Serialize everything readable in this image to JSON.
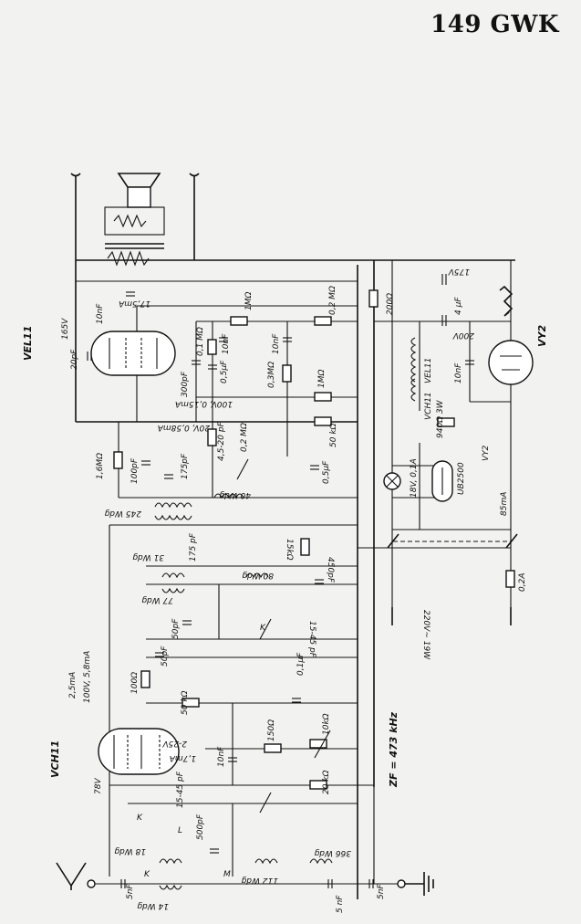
{
  "title": "149 GWK",
  "tubes": {
    "output_tube": "VEL11",
    "mixer_tube": "VCH11",
    "rectifier": "VY2",
    "ballast": "UB2500"
  },
  "voltages": {
    "output_plate": "165V",
    "output_current": "17,5mA",
    "screen": "100V, 0,15mA",
    "supply_out": "20V, 0,58mA",
    "b_plus": "175V",
    "rect": "200V",
    "mixer_plate": "100V, 5,8mA",
    "mixer_osc": "2,5mA",
    "mixer_grid": "2-25V",
    "mixer_cathode": "78V",
    "mixer_current": "1,7mA",
    "supply_ac": "220V~ 19W",
    "ballast_rating": "18V, 0,1A",
    "rect_current": "85mA"
  },
  "if_label": "ZF = 473 kHz",
  "capacitors": {
    "c_out": "10nF",
    "c_20": "20pF",
    "c_300": "300pF",
    "c_05a": "0,5µF",
    "c_10a": "10nF",
    "c_10b": "10nF",
    "c_100": "100pF",
    "c_175a": "175pF",
    "c_45": "4,5-20 pF",
    "c_05b": "0,5µF",
    "c_175b": "175 pF",
    "c_450": "450pF",
    "c_1545a": "15-45 pF",
    "c_50a": "50pF",
    "c_50b": "50pF",
    "c_01": "0,1µF",
    "c_10c": "10nF",
    "c_1545b": "15-45 pF",
    "c_500": "500pF",
    "c_5a": "5nF",
    "c_5b": "5 nF",
    "c_5c": "5nF",
    "c_4": "4 µF",
    "c_10d": "10nF"
  },
  "resistors": {
    "r_1m": "1MΩ",
    "r_01m": "0,1 MΩ",
    "r_02m_top": "0,2 MΩ",
    "r_03m": "0,3MΩ",
    "r_1m_b": "1MΩ",
    "r_02m_mid": "0,2 MΩ",
    "r_50k_a": "50 kΩ",
    "r_16m": "1,6MΩ",
    "r_15k": "15kΩ",
    "r_100": "100Ω",
    "r_50k_b": "50 kΩ",
    "r_150": "150Ω",
    "r_10k": "10kΩ",
    "r_20k": "20 kΩ",
    "r_200": "200Ω",
    "r_940": "940Ω 3W",
    "fuse": "0,2A"
  },
  "coils": {
    "l_245": "245 Wdg",
    "l_40": "40 Wdg",
    "l_31": "31 Wdg",
    "l_80": "80 Wdg",
    "l_77": "77 Wdg",
    "l_18": "18 Wdg",
    "l_14": "14 Wdg",
    "l_112": "112 Wdg",
    "l_366": "366 Wdg"
  },
  "switch_marks": {
    "k1": "K",
    "k2": "K",
    "k3": "K",
    "m": "M",
    "l": "L"
  }
}
